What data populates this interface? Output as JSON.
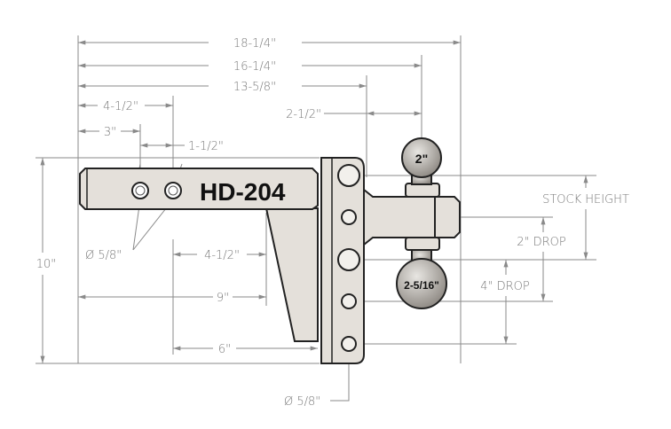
{
  "model": "HD-204",
  "dimensions": {
    "overall": "18-1/4\"",
    "to_top_ball": "16-1/4\"",
    "to_plate": "13-5/8\"",
    "hole2_top": "4-1/2\"",
    "hole1": "3\"",
    "hole_spacing": "1-1/2\"",
    "plate_to_ball": "2-1/2\"",
    "height": "10\"",
    "hole_dia_shank": "Ø 5/8\"",
    "hole_to_gusset": "4-1/2\"",
    "shank_to_gusset": "9\"",
    "gusset_bottom": "6\"",
    "hole_dia_plate": "Ø 5/8\"",
    "stock_height": "STOCK HEIGHT",
    "drop_2": "2\" DROP",
    "drop_4": "4\" DROP"
  },
  "balls": {
    "top": "2\"",
    "bottom": "2-5/16\""
  }
}
